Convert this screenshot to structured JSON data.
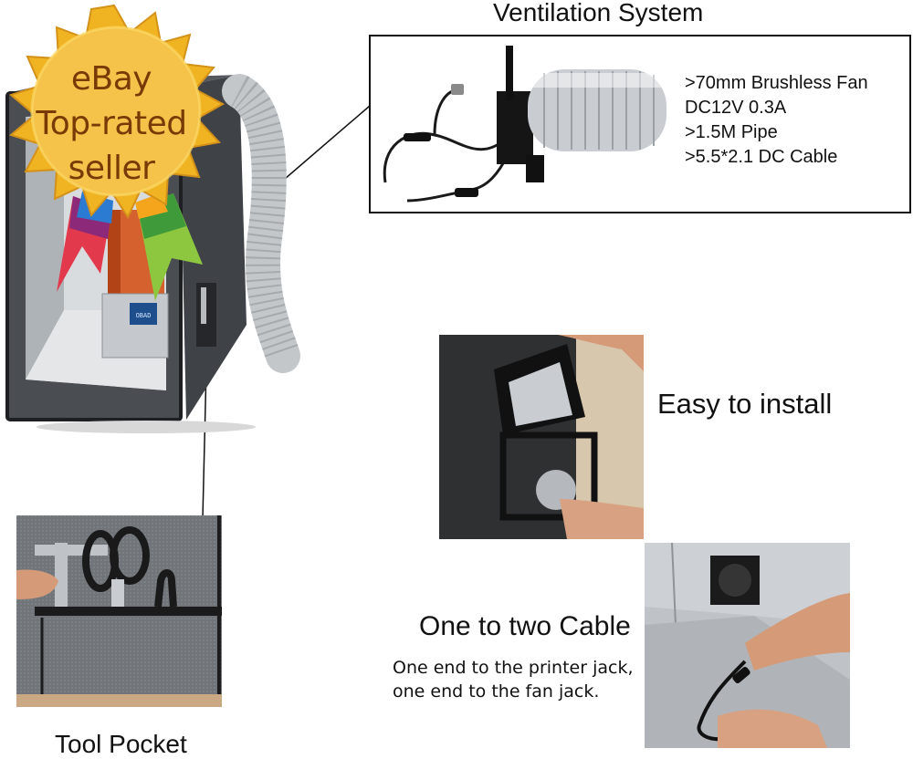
{
  "badge": {
    "line1": "eBay",
    "line2": "Top-rated",
    "line3": "seller",
    "color_gold": "#f0b321",
    "color_gold_light": "#fbd968",
    "color_text": "#7a3a05"
  },
  "ventilation": {
    "title": "Ventilation System",
    "specs": [
      ">70mm Brushless Fan",
      "DC12V 0.3A",
      ">1.5M Pipe",
      ">5.5*2.1 DC Cable"
    ]
  },
  "install": {
    "caption": "Easy to install"
  },
  "cable": {
    "caption": "One to two Cable",
    "desc_line1": "One end to the printer jack,",
    "desc_line2": "one end to the fan jack."
  },
  "pocket": {
    "caption": "Tool Pocket"
  },
  "printer_screen_text": "OBAD",
  "colors": {
    "fabric": "#4a4e53",
    "silver_lining": "#c9cdd1",
    "orange_cover": "#d4531c",
    "ribbon_red": "#e23a4c",
    "ribbon_blue": "#2a7bd1",
    "ribbon_purple": "#8c2a79",
    "ribbon_green": "#3f9a3a",
    "ribbon_lime": "#8dc63f"
  }
}
